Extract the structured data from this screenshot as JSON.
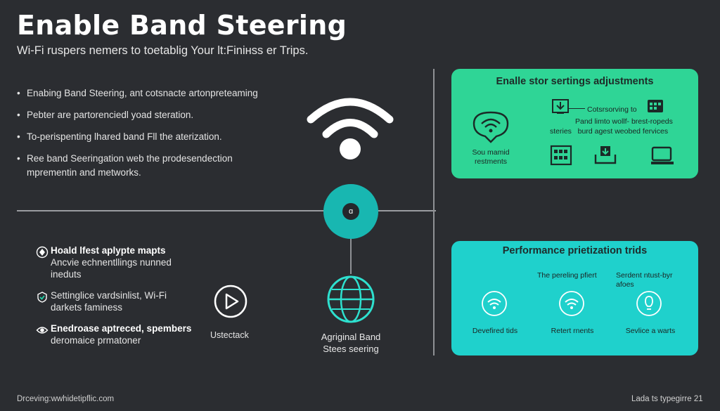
{
  "header": {
    "title": "Enable Band Steering",
    "subtitle": "Wi-Fi ruspers nemers to toetablig Your lt:Finінss er Trips."
  },
  "bullets": [
    "Enabing Band Steering, ant cotsnacte artonpreteaming",
    "Pebter are partorenciedl yoad steration.",
    "To-perispenting lhared band Fll the aterization.",
    "Ree band Seeringation web the prodesendection mprementin and metworks."
  ],
  "features": [
    {
      "icon": "diamond-icon",
      "title": "Hoald lfest aplypte mapts",
      "desc": "Ancvie echnentllings nunned ineduts"
    },
    {
      "icon": "shield-check-icon",
      "title": "",
      "desc": "Settinglice vardsinlist, Wi-Fi darkets faminess"
    },
    {
      "icon": "eye-icon",
      "title": "Enedroase aptreced, spembers",
      "desc": "deromaice prmatoner"
    }
  ],
  "center": {
    "wifi_icon": "wifi-signal-icon",
    "hub_glyph": "ɑ",
    "play_label": "Ustectack",
    "globe_label_1": "Agriginal Band",
    "globe_label_2": "Stees seering"
  },
  "card_settings": {
    "title": "Enalle stor sertings adjustments",
    "wifi_label_1": "Sou mamid",
    "wifi_label_2": "restments",
    "note_1": "Cotsrsorving to",
    "note_2": "Pand limto wollf- brest-ropeds",
    "note_3": "steries   burd agest weobed fervices"
  },
  "card_performance": {
    "title": "Performance prietization trids",
    "note_1": "The pereling pfiert",
    "note_2a": "Serdent ntust-byr",
    "note_2b": "afoes",
    "items": [
      "Devefired tids",
      "Retert rnents",
      "Sevlice a warts"
    ]
  },
  "footer": {
    "left": "Drceving:wwhidetipflic.com",
    "right": "Lada ts typegirre 21"
  },
  "colors": {
    "background": "#2b2d31",
    "green_card": "#2fd596",
    "teal_card": "#1fd1cc",
    "hub": "#18b7b1"
  }
}
